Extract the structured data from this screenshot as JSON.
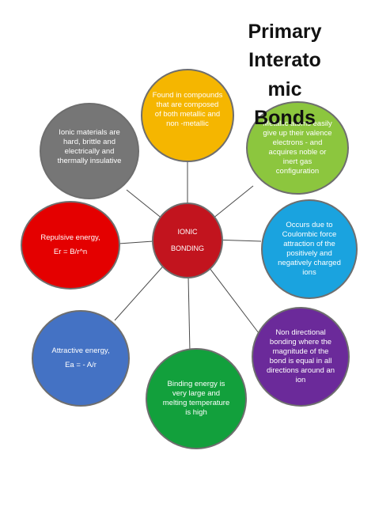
{
  "title": {
    "lines": [
      "Primary",
      "Interato",
      "mic",
      "Bonds"
    ]
  },
  "center": {
    "label_1": "IONIC",
    "label_2": "BONDING",
    "color": "#c2141e"
  },
  "nodes": {
    "top": {
      "lines": [
        "Found in compounds",
        "that are composed",
        "of both metallic and",
        "non -metallic"
      ],
      "color": "#f5b600"
    },
    "upper_right": {
      "lines": [
        "Metallic atoms easily",
        "give up their valence",
        "electrons - and",
        "acquires noble or",
        "inert gas",
        "configuration"
      ],
      "color": "#8cc63e"
    },
    "right": {
      "lines": [
        "Occurs due to",
        "Coulombic force",
        "attraction of the",
        "positively and",
        "negatively charged",
        "ions"
      ],
      "color": "#1aa3df"
    },
    "lower_right": {
      "lines": [
        "Non directional",
        "bonding where the",
        "magnitude of the",
        "bond is equal in all",
        "directions around an",
        "ion"
      ],
      "color": "#6b2a9a"
    },
    "bottom": {
      "lines": [
        "Binding energy is",
        "very large and",
        "melting temperature",
        "is high"
      ],
      "color": "#12a03c"
    },
    "lower_left": {
      "lines": [
        "Attractive energy,",
        "",
        "Ea = - A/r"
      ],
      "color": "#4472c4"
    },
    "left": {
      "lines": [
        "Repulsive energy,",
        "",
        "Er = B/r^n"
      ],
      "color": "#e40000"
    },
    "upper_left": {
      "lines": [
        "Ionic materials are",
        "hard, brittle and",
        "electrically and",
        "thermally insulative"
      ],
      "color": "#767676"
    }
  }
}
